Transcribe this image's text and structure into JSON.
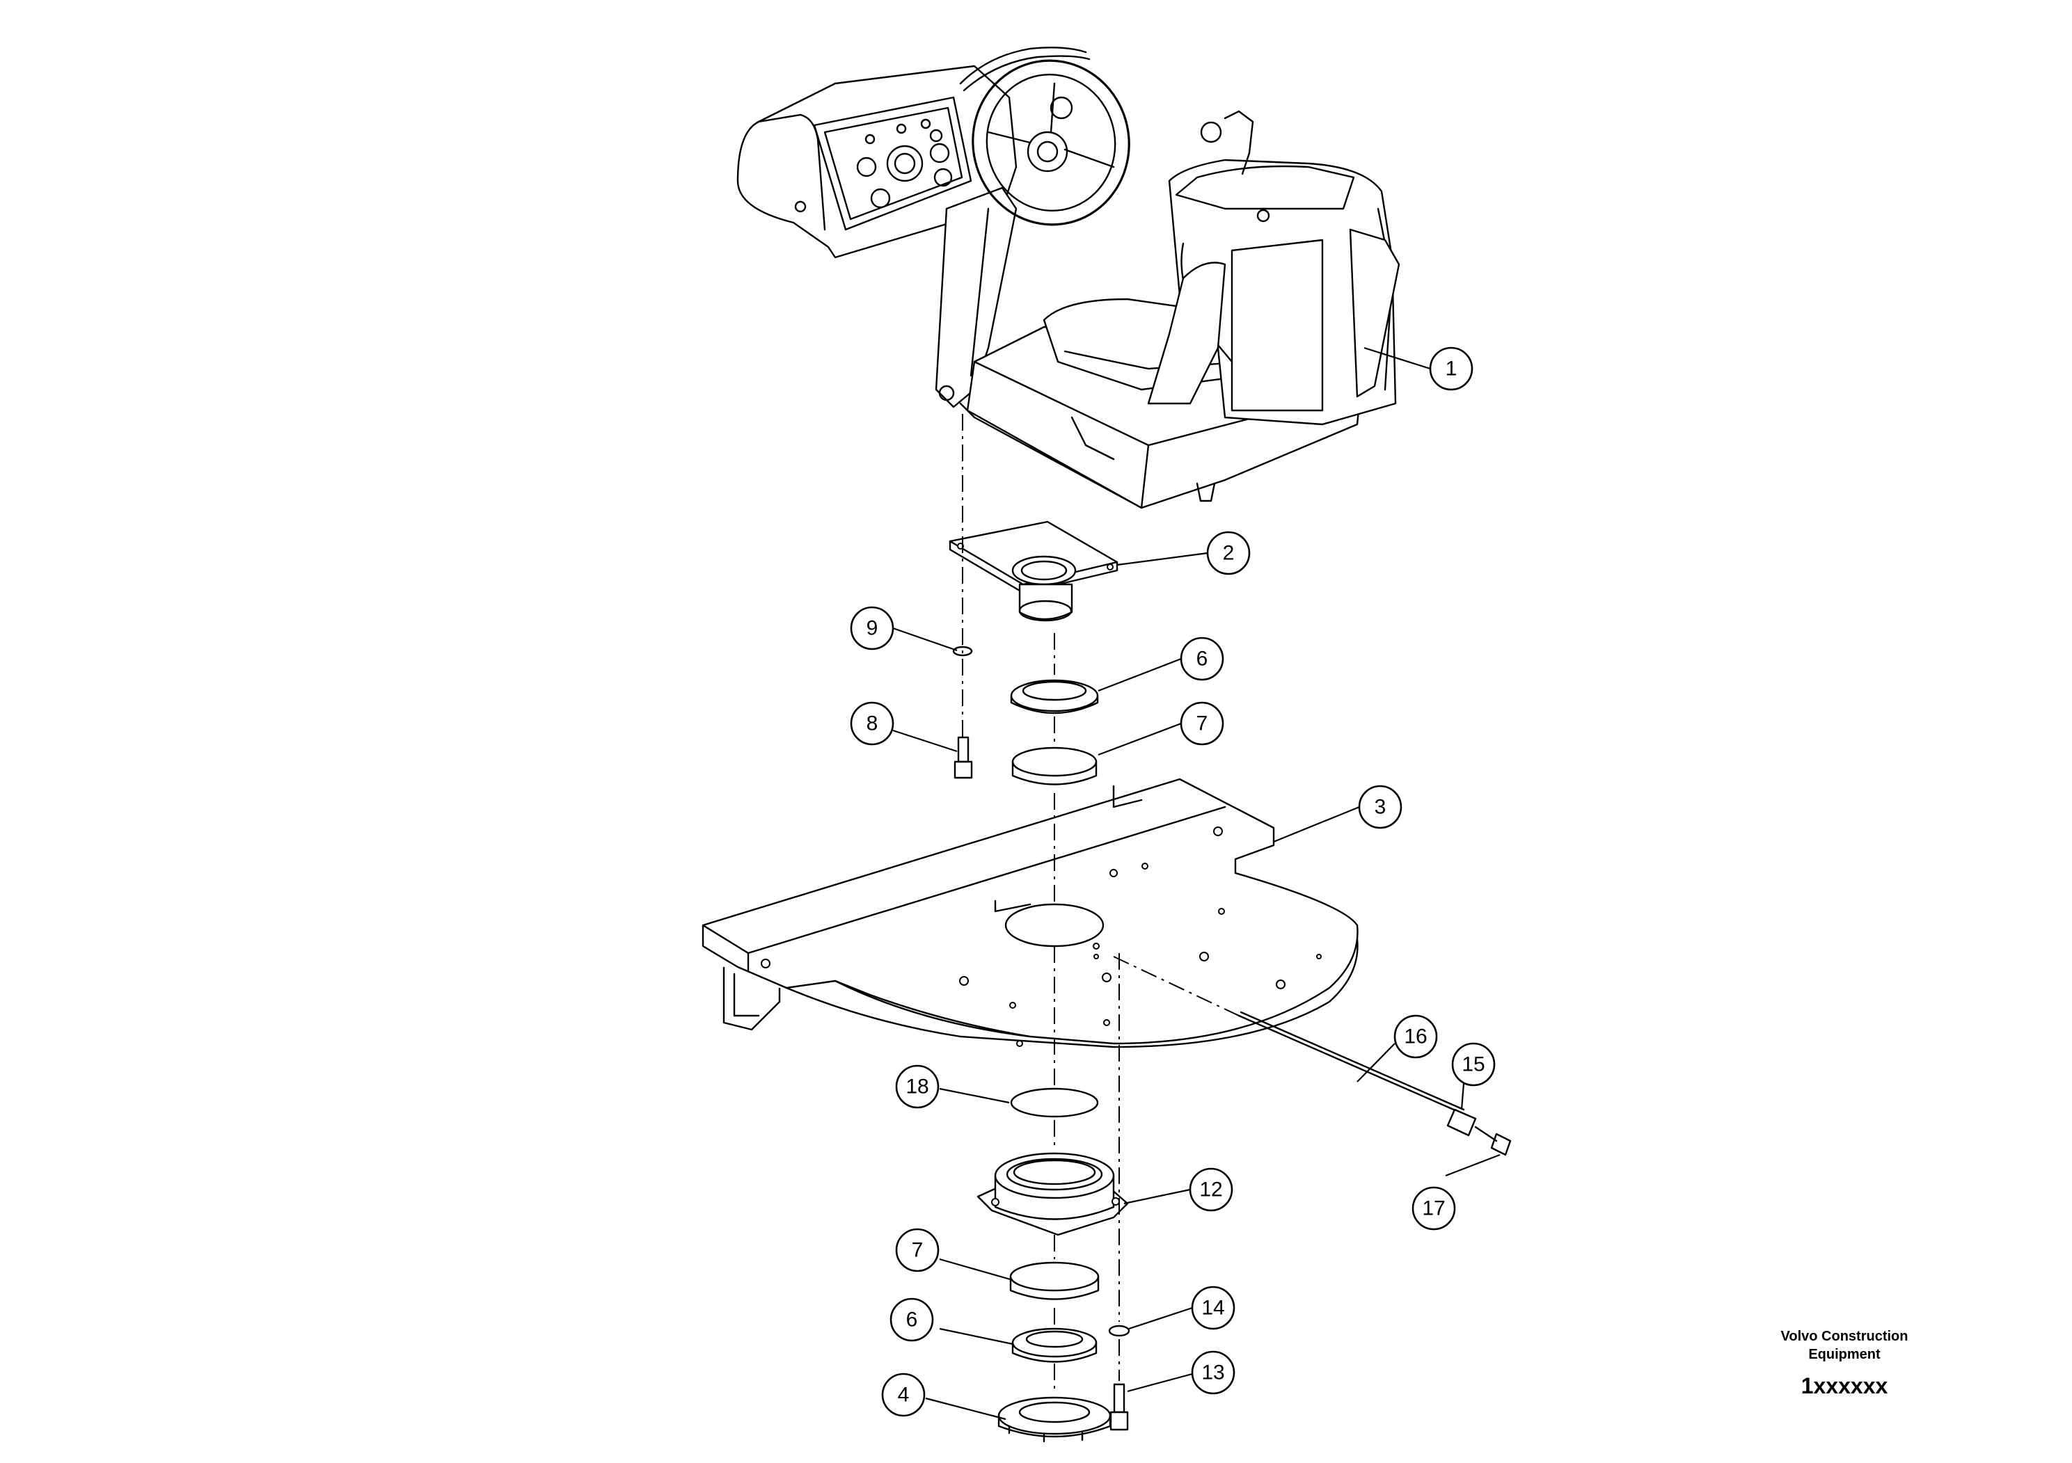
{
  "callouts": {
    "c1": "1",
    "c2": "2",
    "c3": "3",
    "c4": "4",
    "c6a": "6",
    "c6b": "6",
    "c7a": "7",
    "c7b": "7",
    "c8": "8",
    "c9": "9",
    "c12": "12",
    "c13": "13",
    "c14": "14",
    "c15": "15",
    "c16": "16",
    "c17": "17",
    "c18": "18"
  },
  "brand": {
    "line1": "Volvo Construction",
    "line2": "Equipment",
    "code": "1xxxxxx"
  }
}
